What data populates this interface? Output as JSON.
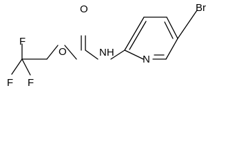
{
  "molecule": {
    "atoms": {
      "f_top": "F",
      "f_left": "F",
      "f_bottom": "F",
      "ester_oxygen": "O",
      "carbonyl_oxygen": "O",
      "amine": "NH",
      "pyridine_nitrogen": "N",
      "bromine": "Br"
    }
  }
}
